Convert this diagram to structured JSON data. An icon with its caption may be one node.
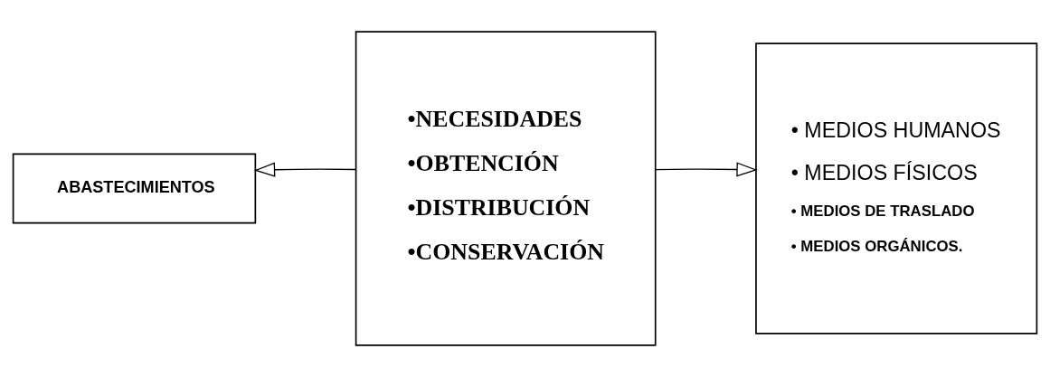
{
  "diagram": {
    "nodes": [
      {
        "text": [
          "ABASTECIMIENTOS"
        ]
      },
      {
        "text": [
          "•NECESIDADES",
          "•OBTENCIÓN",
          "•DISTRIBUCIÓN",
          "•CONSERVACIÓN"
        ]
      },
      {
        "text": [
          "• MEDIOS HUMANOS",
          "• MEDIOS FÍSICOS",
          "• MEDIOS DE TRASLADO",
          "• MEDIOS ORGÁNICOS."
        ]
      }
    ],
    "edges": [
      {
        "from": 1,
        "to": 0,
        "arrow": "to"
      },
      {
        "from": 1,
        "to": 2,
        "arrow": "to"
      }
    ]
  }
}
